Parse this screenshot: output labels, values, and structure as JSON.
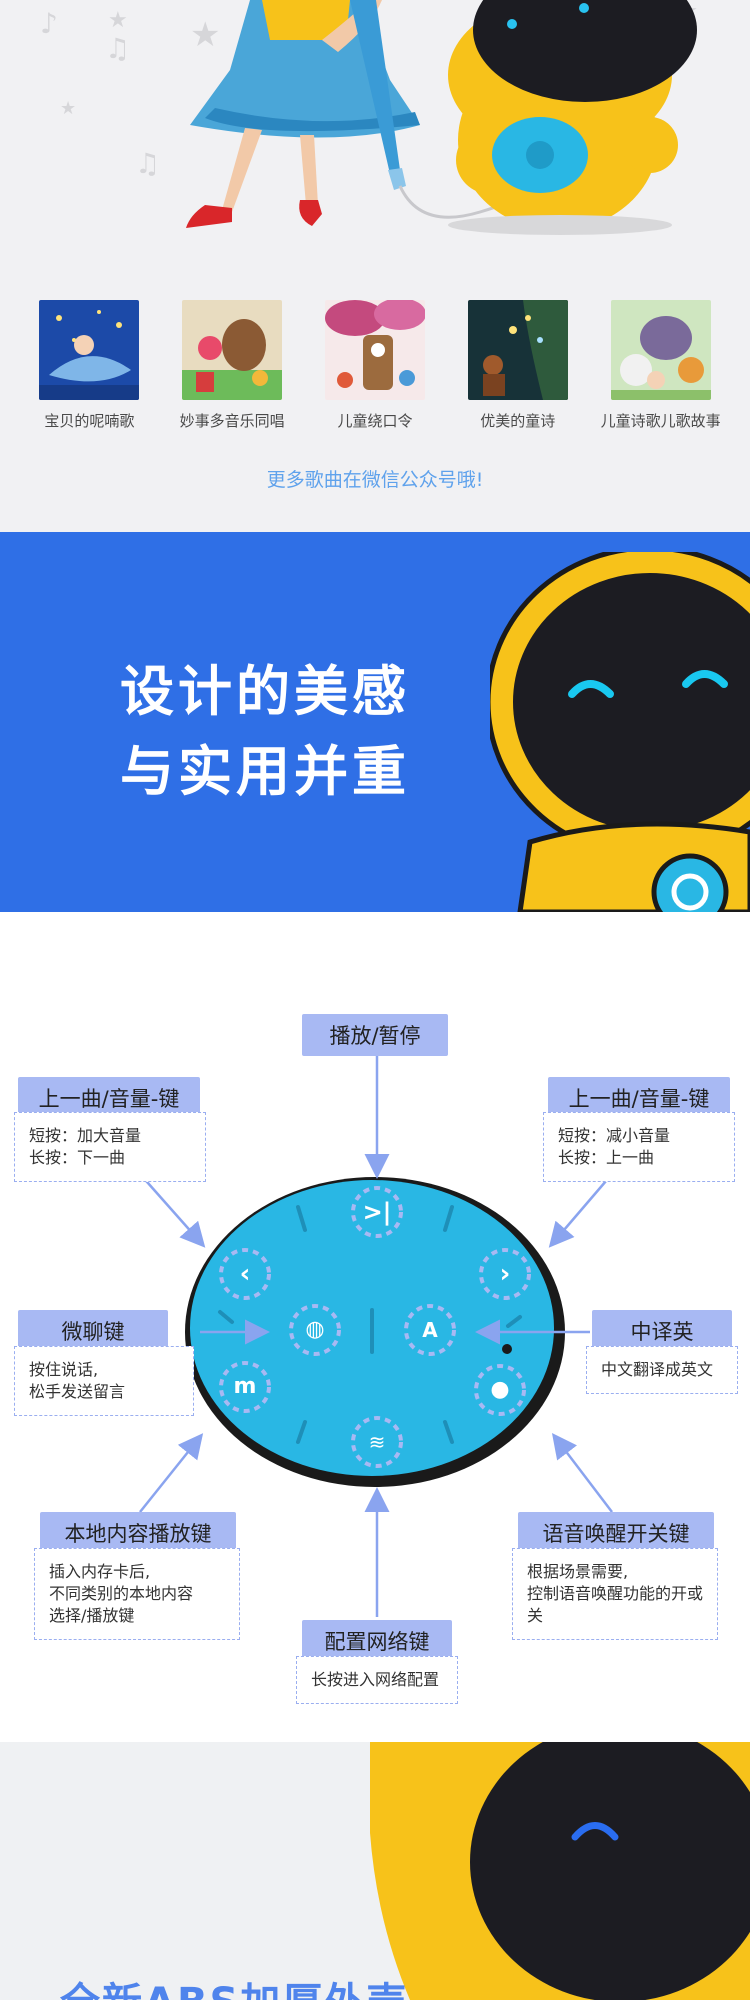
{
  "songs": [
    {
      "label": "宝贝的呢喃歌"
    },
    {
      "label": "妙事多音乐同唱"
    },
    {
      "label": "儿童绕口令"
    },
    {
      "label": "优美的童诗"
    },
    {
      "label": "儿童诗歌儿歌故事"
    }
  ],
  "more_link": "更多歌曲在微信公众号哦!",
  "banner": {
    "line1": "设计的美感",
    "line2": "与实用并重"
  },
  "buttons": {
    "play_pause": {
      "title": "播放/暂停"
    },
    "prev_left": {
      "title": "上一曲/音量-键",
      "short": "短按：加大音量",
      "long": "长按：下一曲"
    },
    "prev_right": {
      "title": "上一曲/音量-键",
      "short": "短按：减小音量",
      "long": "长按：上一曲"
    },
    "wechat": {
      "title": "微聊键",
      "desc1": "按住说话,",
      "desc2": "松手发送留言"
    },
    "translate": {
      "title": "中译英",
      "desc": "中文翻译成英文"
    },
    "local": {
      "title": "本地内容播放键",
      "desc1": "插入内存卡后,",
      "desc2": "不同类别的本地内容",
      "desc3": "选择/播放键"
    },
    "voice_wake": {
      "title": "语音唤醒开关键",
      "desc1": "根据场景需要,",
      "desc2": "控制语音唤醒功能的开或关"
    },
    "network": {
      "title": "配置网络键",
      "desc": "长按进入网络配置"
    }
  },
  "product": {
    "headline": "全新ABS加厚外壳"
  },
  "colors": {
    "banner_blue": "#2f6fe6",
    "robot_yellow": "#f7c21a",
    "panel_cyan": "#29b7e4",
    "label_blue": "#a8b9f3",
    "arrow_blue": "#8aa4ef",
    "link_blue": "#5fa2ec"
  }
}
